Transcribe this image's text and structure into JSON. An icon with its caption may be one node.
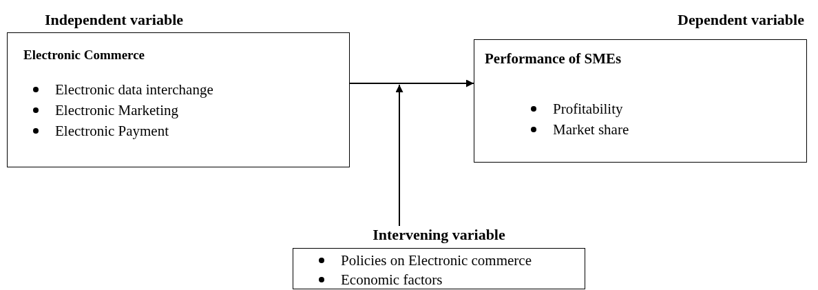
{
  "diagram": {
    "nodes": [
      {
        "text": [
          "Independent variable",
          "Electronic Commerce",
          "Electronic data interchange",
          "Electronic Marketing",
          "Electronic Payment"
        ]
      },
      {
        "text": [
          "Dependent variable",
          "Performance of SMEs",
          "Profitability",
          "Market share"
        ]
      },
      {
        "text": [
          "Intervening variable",
          "Policies on Electronic commerce",
          "Economic factors"
        ]
      }
    ],
    "edges": [
      {
        "from": 0,
        "to": 1,
        "arrow": "to"
      },
      {
        "from": 2,
        "to": null,
        "arrow": "to"
      }
    ]
  }
}
